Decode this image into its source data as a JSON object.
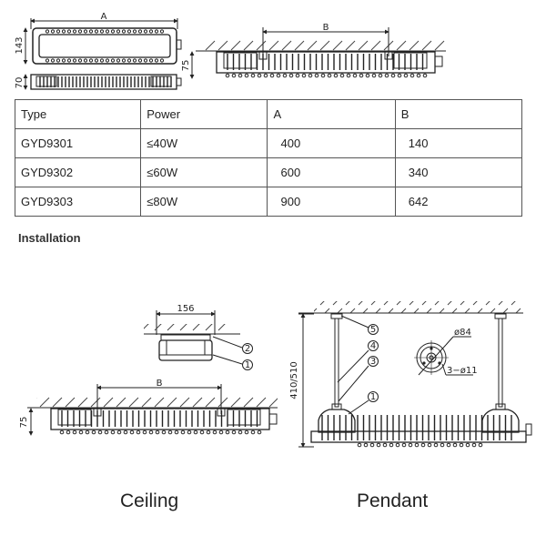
{
  "top_drawings": {
    "dim_A": "A",
    "dim_B": "B",
    "dim_143": "143",
    "dim_70": "70",
    "dim_75": "75"
  },
  "spec_table": {
    "headers": [
      "Type",
      "Power",
      "A",
      "B"
    ],
    "rows": [
      {
        "type": "GYD9301",
        "power": "≤40W",
        "a": "400",
        "b": "140"
      },
      {
        "type": "GYD9302",
        "power": "≤60W",
        "a": "600",
        "b": "340"
      },
      {
        "type": "GYD9303",
        "power": "≤80W",
        "a": "900",
        "b": "642"
      }
    ]
  },
  "installation": {
    "heading": "Installation",
    "ceiling": {
      "dim_156": "156",
      "dim_B": "B",
      "dim_75": "75",
      "callouts": [
        "1",
        "2"
      ],
      "caption": "Ceiling"
    },
    "pendant": {
      "dim_height": "410/510",
      "dim_diameter": "ø84",
      "dim_holes": "3−ø11",
      "callouts": [
        "1",
        "3",
        "4",
        "5"
      ],
      "caption": "Pendant"
    }
  }
}
